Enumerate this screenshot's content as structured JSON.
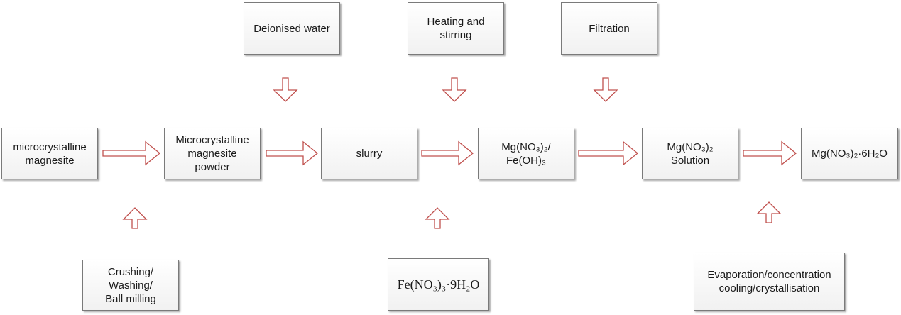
{
  "diagram": {
    "main_steps": [
      {
        "id": "raw",
        "lines": [
          "microcrystalline",
          "magnesite"
        ]
      },
      {
        "id": "powder",
        "lines": [
          "Microcrystalline",
          "magnesite",
          "powder"
        ]
      },
      {
        "id": "slurry",
        "lines": [
          "slurry"
        ]
      },
      {
        "id": "mixture",
        "lines": [
          "Mg(NO₃)₂/",
          "Fe(OH)₃"
        ]
      },
      {
        "id": "solution",
        "lines": [
          "Mg(NO₃)₂",
          "Solution"
        ]
      },
      {
        "id": "product",
        "lines": [
          "Mg(NO₃)₂·6H₂O"
        ]
      }
    ],
    "top_inputs": [
      {
        "id": "water",
        "lines": [
          "Deionised water"
        ]
      },
      {
        "id": "heating",
        "lines": [
          "Heating and",
          "stirring"
        ]
      },
      {
        "id": "filtration",
        "lines": [
          "Filtration"
        ]
      }
    ],
    "bottom_inputs": [
      {
        "id": "crushing",
        "lines": [
          "Crushing/",
          "Washing/",
          "Ball milling"
        ]
      },
      {
        "id": "ferric",
        "lines": [
          "Fe(NO₃)₃·9H₂O"
        ]
      },
      {
        "id": "evaporation",
        "lines": [
          "Evaporation/concentration",
          "cooling/crystallisation"
        ]
      }
    ],
    "colors": {
      "arrow_stroke": "#c0504d",
      "box_border": "#7a7a7a"
    }
  }
}
